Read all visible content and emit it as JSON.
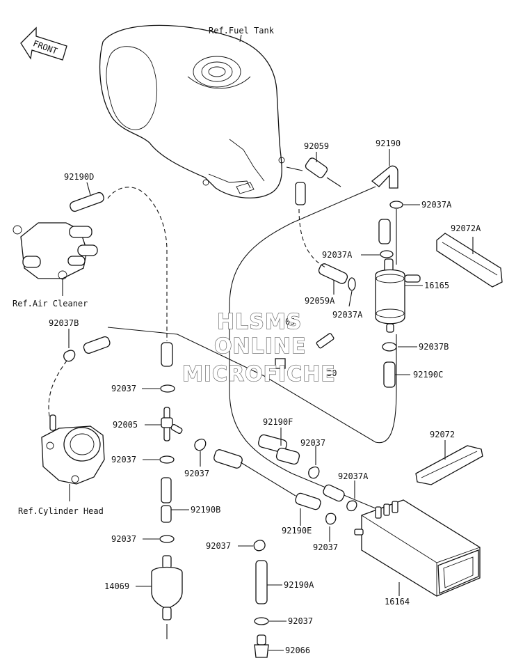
{
  "front_label": "FRONT",
  "watermark": [
    "HLSMS",
    "ONLINE",
    "MICROFICHE"
  ],
  "refs": {
    "fuel_tank": "Ref.Fuel Tank",
    "air_cleaner": "Ref.Air Cleaner",
    "cylinder_head": "Ref.Cylinder Head"
  },
  "parts": {
    "p92190D": "92190D",
    "p92059": "92059",
    "p92190": "92190",
    "p92037A_1": "92037A",
    "p92072A": "92072A",
    "p92037A_2": "92037A",
    "p16165": "16165",
    "p92059A": "92059A",
    "p92037A_3": "92037A",
    "p92037B_1": "92037B",
    "p92037B_2": "92037B",
    "p92190C": "92190C",
    "p92037_1": "92037",
    "p92005": "92005",
    "p92037_2": "92037",
    "p92037_3": "92037",
    "p92190F": "92190F",
    "p92037_4": "92037",
    "p92072": "92072",
    "p92037A_4": "92037A",
    "p92190B": "92190B",
    "p92190E": "92190E",
    "p92037_5": "92037",
    "p92037_6": "92037",
    "p92037_7": "92037",
    "p14069": "14069",
    "p92190A": "92190A",
    "p16164": "16164",
    "p92037_8": "92037",
    "p92066": "92066",
    "p_hidden_1": "05",
    "p_hidden_2": "30"
  }
}
